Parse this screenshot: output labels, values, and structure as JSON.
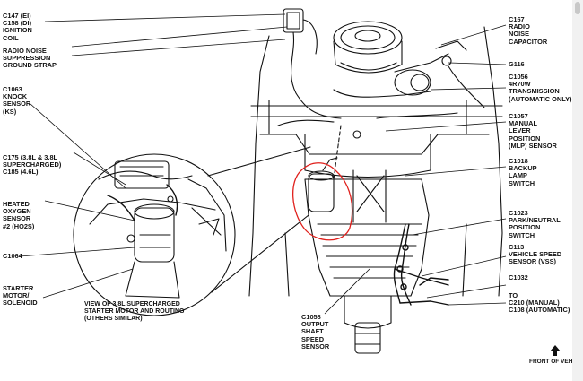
{
  "labels": {
    "c147": [
      "C147 (EI)",
      "C158 (DI)",
      "IGNITION",
      "COIL"
    ],
    "radio_strap": [
      "RADIO NOISE",
      "SUPPRESSION",
      "GROUND STRAP"
    ],
    "c1063": [
      "C1063",
      "KNOCK",
      "SENSOR",
      "(KS)"
    ],
    "c175": [
      "C175 (3.8L & 3.8L",
      "SUPERCHARGED)",
      "C185 (4.6L)"
    ],
    "heated_o2": [
      "HEATED",
      "OXYGEN",
      "SENSOR",
      "#2 (HO2S)"
    ],
    "c1064": [
      "C1064"
    ],
    "starter": [
      "STARTER",
      "MOTOR/",
      "SOLENOID"
    ],
    "c167": [
      "C167",
      "RADIO",
      "NOISE",
      "CAPACITOR"
    ],
    "g116": [
      "G116"
    ],
    "c1056": [
      "C1056",
      "4R70W",
      "TRANSMISSION",
      "(AUTOMATIC ONLY)"
    ],
    "c1057": [
      "C1057",
      "MANUAL",
      "LEVER",
      "POSITION",
      "(MLP) SENSOR"
    ],
    "c1018": [
      "C1018",
      "BACKUP",
      "LAMP",
      "SWITCH"
    ],
    "c1023": [
      "C1023",
      "PARK/NEUTRAL",
      "POSITION",
      "SWITCH"
    ],
    "c113": [
      "C113",
      "VEHICLE SPEED",
      "SENSOR (VSS)"
    ],
    "c1032": [
      "C1032"
    ],
    "to": [
      "TO",
      "C210 (MANUAL)",
      "C108 (AUTOMATIC)"
    ],
    "c1058": [
      "C1058",
      "OUTPUT",
      "SHAFT",
      "SPEED",
      "SENSOR"
    ]
  },
  "inset_caption": [
    "VIEW OF 3.8L SUPERCHARGED",
    "STARTER MOTOR AND ROUTING",
    "(OTHERS SIMILAR)"
  ],
  "front_of_vehicle": "FRONT OF VEHICLE",
  "colors": {
    "ink": "#111111",
    "highlight": "#e0201c",
    "scrollbar": "#f1f1f1"
  }
}
